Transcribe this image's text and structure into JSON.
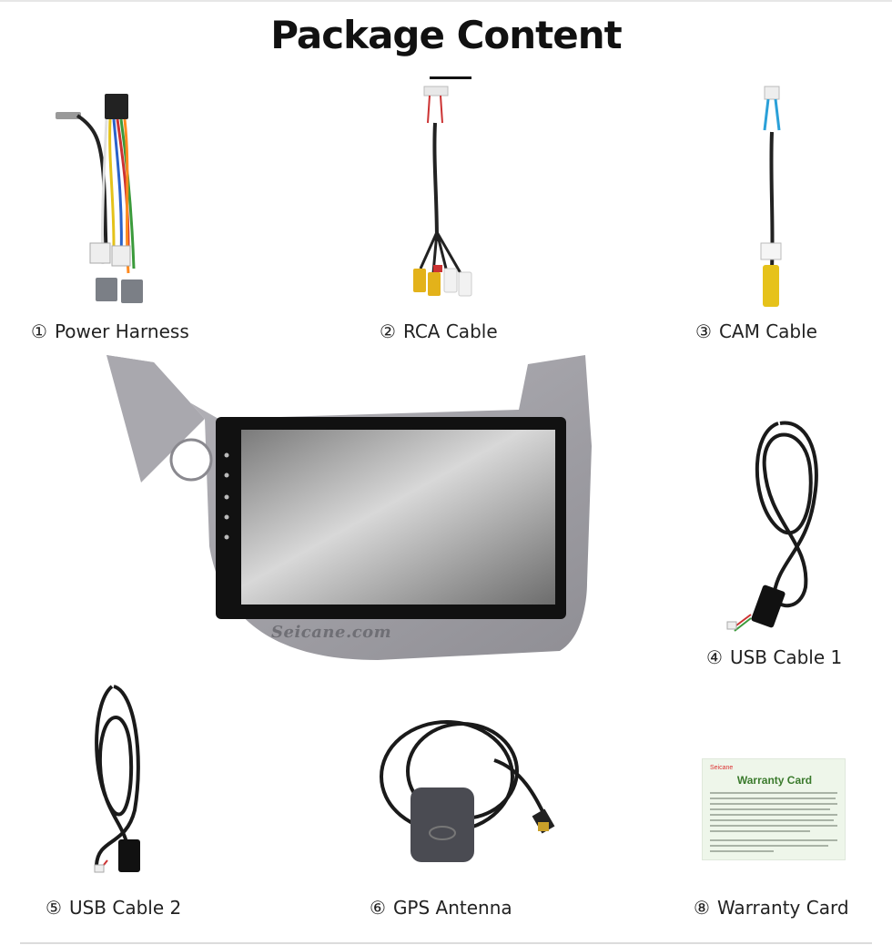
{
  "page": {
    "title": "Package Content"
  },
  "items": [
    {
      "number": "①",
      "label": "Power Harness",
      "icon": "power-harness-icon"
    },
    {
      "number": "②",
      "label": "RCA Cable",
      "icon": "rca-cable-icon"
    },
    {
      "number": "③",
      "label": "CAM Cable",
      "icon": "cam-cable-icon"
    },
    {
      "number": "④",
      "label": "USB Cable 1",
      "icon": "usb-cable-icon"
    },
    {
      "number": "⑤",
      "label": "USB Cable 2",
      "icon": "usb-cable-icon"
    },
    {
      "number": "⑥",
      "label": "GPS Antenna",
      "icon": "gps-antenna-icon"
    },
    {
      "number": "⑧",
      "label": "Warranty Card",
      "icon": "warranty-card-icon"
    }
  ],
  "head_unit": {
    "brand": "Seicane.com"
  },
  "warranty_card": {
    "brand": "Seicane",
    "title": "Warranty Card"
  },
  "colors": {
    "title": "#111111",
    "frame": "#a8a7ad",
    "screen": "#8a8a8a",
    "card_bg": "#eef6ea",
    "card_title": "#3a7a2c"
  }
}
